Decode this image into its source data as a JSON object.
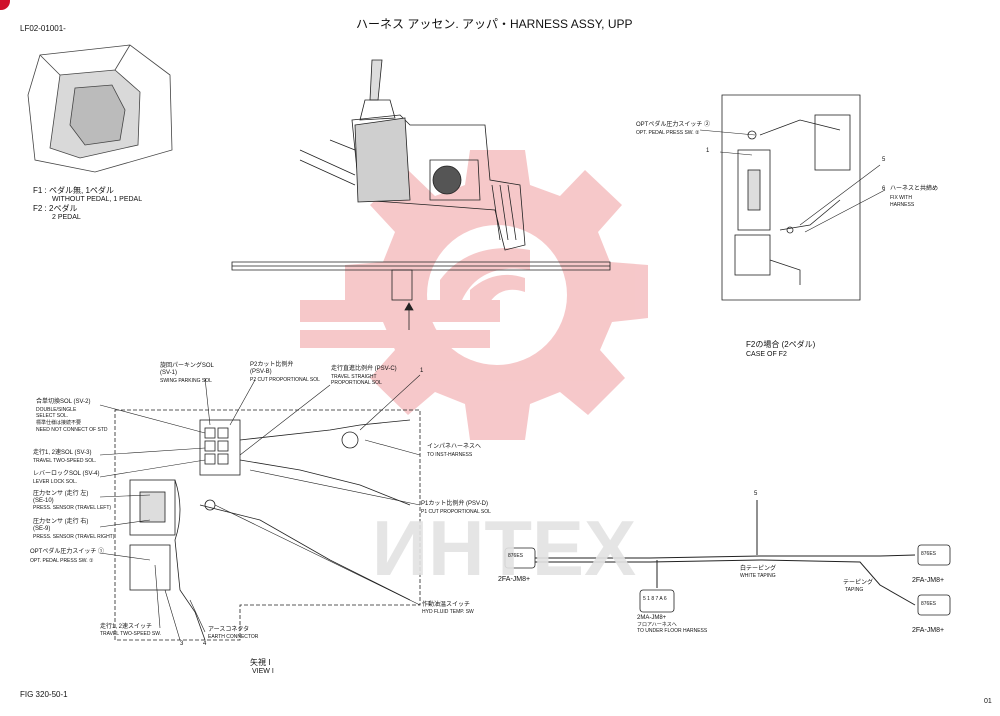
{
  "header": {
    "code": "LF02-01001-",
    "title": "ハーネス アッセン. アッパ・HARNESS ASSY, UPP"
  },
  "footer": {
    "fig": "FIG 320-50-1",
    "page": "01"
  },
  "watermark": {
    "text": "ИНТЕХ",
    "color": "#e8262f"
  },
  "variants": {
    "f1": {
      "code": "F1 :",
      "jp": "ペダル無, 1ペダル",
      "en": "WITHOUT PEDAL, 1 PEDAL"
    },
    "f2": {
      "code": "F2 :",
      "jp": "2ペダル",
      "en": "2 PEDAL"
    }
  },
  "view_label": {
    "jp": "矢視 I",
    "en": "VIEW I"
  },
  "case_label": {
    "jp": "F2の場合 (2ペダル)",
    "en": "CASE OF F2"
  },
  "labels": {
    "swing_parking": {
      "jp": "旋回パーキングSOL",
      "code": "(SV-1)",
      "en": "SWING PARKING SOL"
    },
    "p2_cut": {
      "jp": "P2カット比例弁",
      "code": "(PSV-B)",
      "en": "P2 CUT PROPORTIONAL SOL"
    },
    "travel_straight": {
      "jp": "走行直進比例弁 (PSV-C)",
      "en1": "TRAVEL STRAIGHT",
      "en2": "PROPORTIONAL SOL"
    },
    "double_single": {
      "jp": "合単切換SOL (SV-2)",
      "en1": "DOUBLE/SINGLE",
      "en2": "SELECT SOL.",
      "jp2": "標準仕様は接続不要",
      "en3": "NEED NOT CONNECT OF STD"
    },
    "travel_two_speed": {
      "jp": "走行1, 2速SOL (SV-3)",
      "en": "TRAVEL TWO-SPEED SOL."
    },
    "lever_lock": {
      "jp": "レバーロックSOL (SV-4)",
      "en": "LEVER LOCK SOL."
    },
    "press_left": {
      "jp": "圧力センサ (走行 左)",
      "code": "(SE-10)",
      "en": "PRESS. SENSOR (TRAVEL LEFT)"
    },
    "press_right": {
      "jp": "圧力センサ (走行 右)",
      "code": "(SE-9)",
      "en": "PRESS. SENSOR (TRAVEL RIGHT)"
    },
    "opt_pedal": {
      "jp": "OPTペダル圧力スイッチ",
      "num": "①",
      "en": "OPT. PEDAL PRESS SW.",
      "en_num": "①"
    },
    "opt_pedal_f2": {
      "jp": "OPTペダル圧力スイッチ",
      "num": "②",
      "en": "OPT. PEDAL PRESS SW.",
      "en_num": "②"
    },
    "inst_harness": {
      "jp": "インパネハーネスへ",
      "en": "TO INST-HARNESS"
    },
    "p1_cut": {
      "jp": "P1カット比例弁 (PSV-D)",
      "en": "P1 CUT PROPORTIONAL SOL"
    },
    "hyd_temp": {
      "jp": "作動油温スイッチ",
      "en": "HYD FLUID TEMP. SW"
    },
    "earth": {
      "jp": "アースコネクタ",
      "en": "EARTH CONNECTOR"
    },
    "travel_sw": {
      "jp": "走行1, 2速スイッチ",
      "en": "TRAVEL TWO-SPEED SW."
    },
    "fix_harness": {
      "jp": "ハーネスと共締め",
      "en1": "FIX WITH",
      "en2": "HARNESS"
    },
    "white_taping": {
      "jp": "白テーピング",
      "en": "WHITE TAPING"
    },
    "taping": {
      "jp": "テーピング",
      "en": "TAPING"
    },
    "under_floor": {
      "en1": "2MA-JM8+",
      "jp": "フロアハーネスへ",
      "en2": "TO UNDER FLOOR HARNESS"
    },
    "conn_left": "2FA-JM8+",
    "conn_right_top": "2FA-JM8+",
    "conn_right_bottom": "2FA-JM8+",
    "conn_body_1": "876ES",
    "conn_body_2": "5 1 8 7 A 6",
    "conn_body_3": "876ES"
  },
  "callouts": [
    "1",
    "1",
    "3",
    "4",
    "5",
    "5",
    "6"
  ]
}
